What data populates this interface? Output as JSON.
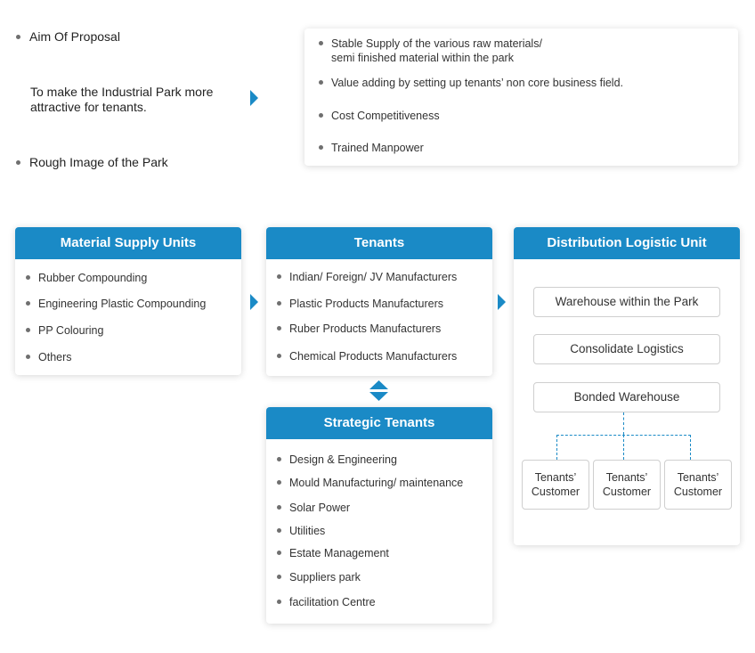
{
  "intro": {
    "aim_label": "Aim Of Proposal",
    "purpose": "To make the Industrial Park more attractive for tenants.",
    "rough_label": "Rough Image of the Park"
  },
  "benefits": [
    "Stable Supply of the various raw materials/\nsemi finished material within the park",
    "Value adding by setting up tenants’ non core business field.",
    "Cost Competitiveness",
    "Trained Manpower"
  ],
  "material_supply": {
    "title": "Material Supply Units",
    "items": [
      "Rubber Compounding",
      "Engineering Plastic Compounding",
      "PP Colouring",
      "Others"
    ]
  },
  "tenants": {
    "title": "Tenants",
    "items": [
      "Indian/ Foreign/ JV Manufacturers",
      "Plastic Products Manufacturers",
      "Ruber Products Manufacturers",
      "Chemical Products Manufacturers"
    ]
  },
  "strategic": {
    "title": "Strategic Tenants",
    "items": [
      "Design & Engineering",
      "Mould Manufacturing/ maintenance",
      "Solar Power",
      "Utilities",
      "Estate Management",
      "Suppliers park",
      "facilitation Centre"
    ]
  },
  "distribution": {
    "title": "Distribution Logistic Unit",
    "boxes": [
      "Warehouse within the Park",
      "Consolidate Logistics",
      "Bonded Warehouse"
    ],
    "customers": [
      "Tenants’\nCustomer",
      "Tenants’\nCustomer",
      "Tenants’\nCustomer"
    ]
  },
  "colors": {
    "accent": "#1a8ac6",
    "text": "#2b2b2b",
    "bullet": "#6f6f6f"
  }
}
